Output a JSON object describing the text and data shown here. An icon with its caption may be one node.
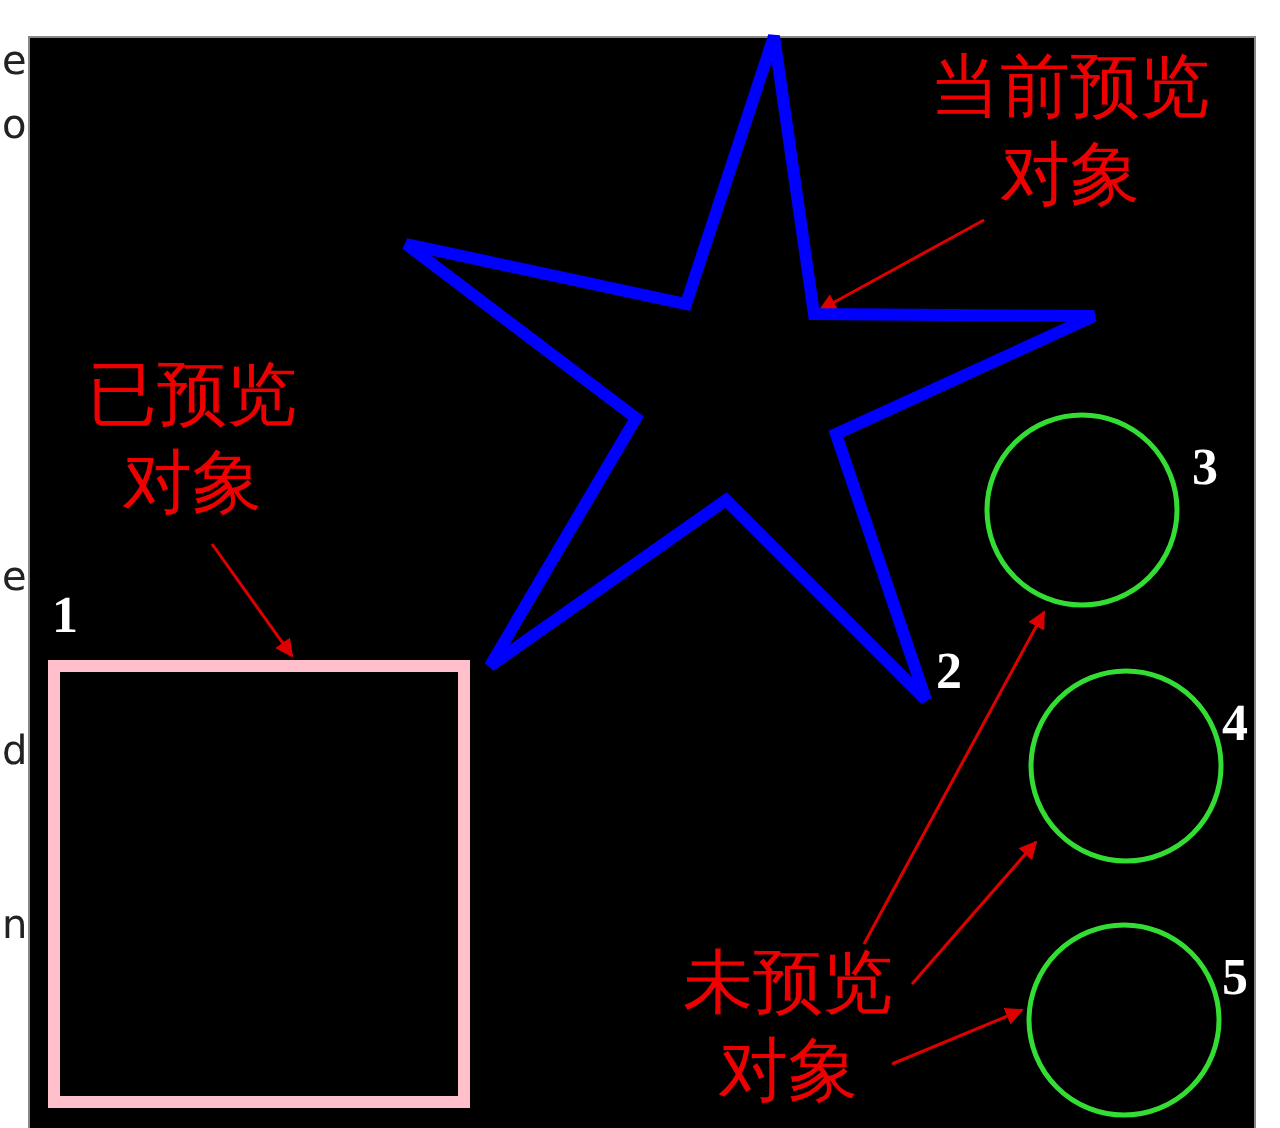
{
  "diagram": {
    "nodes": [
      {
        "text": [
          "当前预览对象"
        ]
      },
      {
        "text": [],
        "shape": "star",
        "beside": [
          "2"
        ]
      },
      {
        "text": [
          "已预览对象"
        ]
      },
      {
        "text": [],
        "shape": "box",
        "beside": [
          "1"
        ]
      },
      {
        "text": [
          "未预览对象"
        ]
      },
      {
        "text": [],
        "shape": "circle",
        "beside": [
          "3"
        ]
      },
      {
        "text": [],
        "shape": "circle",
        "beside": [
          "4"
        ]
      },
      {
        "text": [],
        "shape": "circle",
        "beside": [
          "5"
        ]
      }
    ],
    "edges": [
      {
        "from": 0,
        "to": 1,
        "arrow": "to"
      },
      {
        "from": 2,
        "to": 3,
        "arrow": "to"
      },
      {
        "from": 4,
        "to": 5,
        "arrow": "to"
      },
      {
        "from": 4,
        "to": 6,
        "arrow": "to"
      },
      {
        "from": 4,
        "to": 7,
        "arrow": "to"
      }
    ],
    "labels": [
      "e",
      "o",
      "e",
      "d",
      "n"
    ]
  }
}
